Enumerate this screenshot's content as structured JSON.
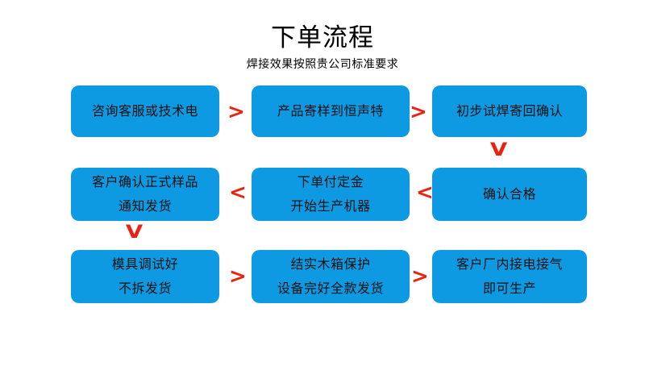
{
  "header": {
    "title": "下单流程",
    "subtitle": "焊接效果按照贵公司标准要求"
  },
  "theme": {
    "box_color": "#0d9ae2",
    "arrow_color": "#e8230f",
    "text_color": "#111111",
    "background": "#ffffff"
  },
  "flow": {
    "boxes": [
      {
        "id": "consult",
        "row": 1,
        "col": 1,
        "lines": [
          "咨询客服或技术电"
        ]
      },
      {
        "id": "send-sample",
        "row": 1,
        "col": 2,
        "lines": [
          "产品寄样到恒声特"
        ]
      },
      {
        "id": "trial-weld",
        "row": 1,
        "col": 3,
        "lines": [
          "初步试焊寄回确认"
        ]
      },
      {
        "id": "confirm-sample",
        "row": 2,
        "col": 1,
        "lines": [
          "客户确认正式样品",
          "通知发货"
        ]
      },
      {
        "id": "deposit-produce",
        "row": 2,
        "col": 2,
        "lines": [
          "下单付定金",
          "开始生产机器"
        ]
      },
      {
        "id": "qualified",
        "row": 2,
        "col": 3,
        "lines": [
          "确认合格"
        ]
      },
      {
        "id": "mold-ready",
        "row": 3,
        "col": 1,
        "lines": [
          "模具调试好",
          "不拆发货"
        ]
      },
      {
        "id": "wood-crate",
        "row": 3,
        "col": 2,
        "lines": [
          "结实木箱保护",
          "设备完好全款发货"
        ]
      },
      {
        "id": "onsite-ready",
        "row": 3,
        "col": 3,
        "lines": [
          "客户厂内接电接气",
          "即可生产"
        ]
      }
    ],
    "arrows": [
      {
        "id": "r1-1",
        "glyph": ">",
        "direction": "right"
      },
      {
        "id": "r1-2",
        "glyph": ">",
        "direction": "right"
      },
      {
        "id": "v-right",
        "glyph": "V",
        "direction": "down"
      },
      {
        "id": "r2-1",
        "glyph": "<",
        "direction": "left"
      },
      {
        "id": "r2-2",
        "glyph": "<",
        "direction": "left"
      },
      {
        "id": "v-left",
        "glyph": "V",
        "direction": "down"
      },
      {
        "id": "r3-1",
        "glyph": ">",
        "direction": "right"
      },
      {
        "id": "r3-2",
        "glyph": ">",
        "direction": "right"
      }
    ]
  }
}
